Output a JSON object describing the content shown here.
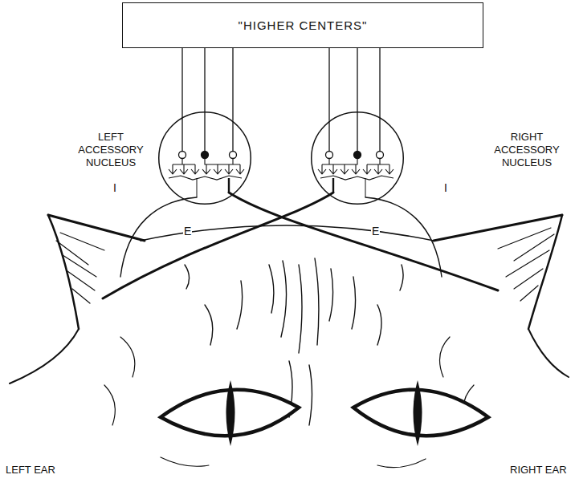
{
  "diagram": {
    "nodes": [
      {
        "text": [
          "\"HIGHER CENTERS\""
        ]
      },
      {
        "text": [
          "LEFT ACCESSORY NUCLEUS"
        ]
      },
      {
        "text": [
          "RIGHT ACCESSORY NUCLEUS"
        ]
      }
    ],
    "edges": [
      {
        "from": 0,
        "to": 1,
        "arrow": "none"
      },
      {
        "from": 0,
        "to": 1,
        "arrow": "none"
      },
      {
        "from": 0,
        "to": 1,
        "arrow": "none"
      },
      {
        "from": 0,
        "to": 2,
        "arrow": "none"
      },
      {
        "from": 0,
        "to": 2,
        "arrow": "none"
      },
      {
        "from": 0,
        "to": 2,
        "arrow": "none"
      }
    ],
    "labels": [
      "I",
      "I",
      "E",
      "E",
      "LEFT EAR",
      "RIGHT EAR"
    ]
  }
}
